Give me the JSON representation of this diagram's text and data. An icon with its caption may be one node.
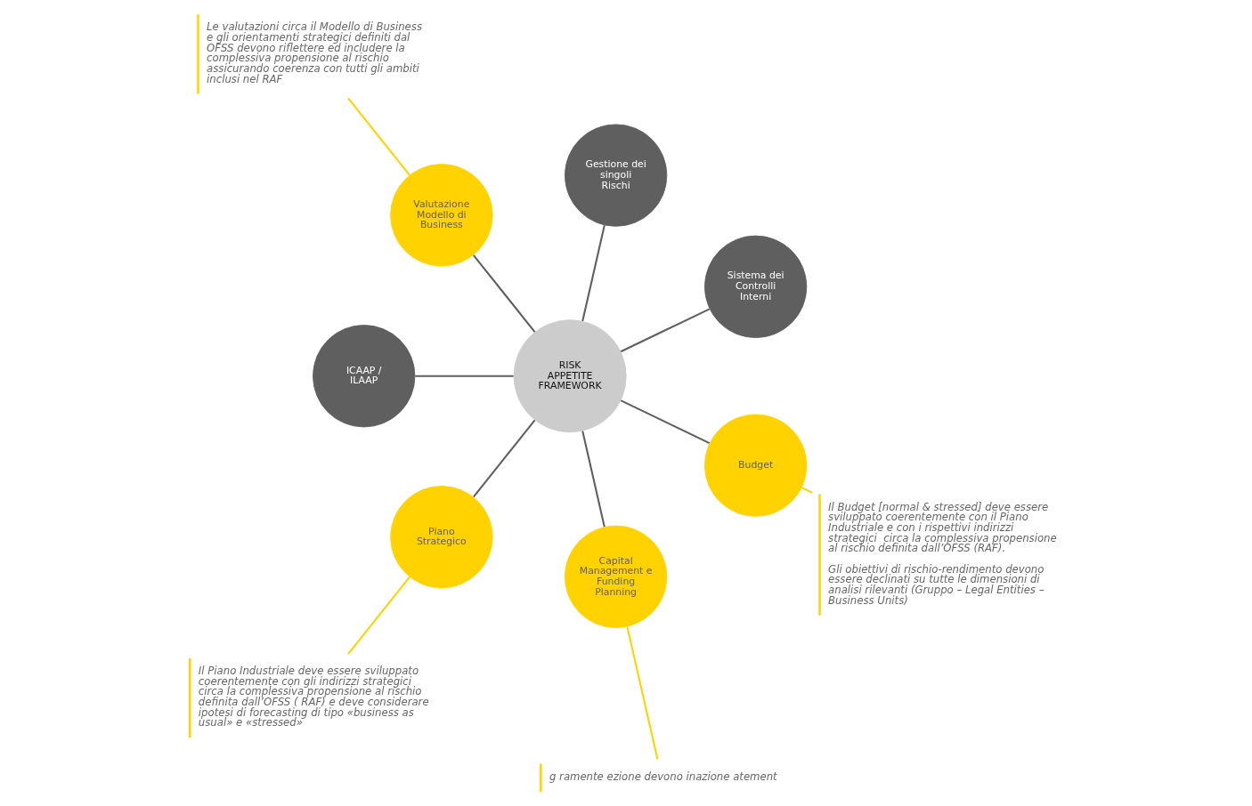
{
  "diagram": {
    "nodes": [
      {
        "text": [
          "RISK APPETITE FRAMEWORK"
        ]
      },
      {
        "text": [
          "Sistema dei Controlli Interni"
        ]
      },
      {
        "text": [
          "Gestione dei singoli Rischi"
        ]
      },
      {
        "text": [
          "Valutazione Modello di Business"
        ]
      },
      {
        "text": [
          "ICAAP / ILAAP"
        ]
      },
      {
        "text": [
          "Piano Strategico"
        ]
      },
      {
        "text": [
          "Capital Management e Funding Planning"
        ]
      },
      {
        "text": [
          "Budget"
        ]
      },
      {
        "text": [
          "Le valutazioni circa il Modello di Business e gli orientamenti strategici definiti dal OFSS devono riflettere ed includere la complessiva propensione al rischio assicurando coerenza con tutti gli ambiti inclusi nel RAF"
        ]
      },
      {
        "text": [
          "Il Piano Industriale deve essere sviluppato coerentemente con gli indirizzi strategici  circa la complessiva propensione al rischio definita dall’OFSS ( RAF) e deve considerare ipotesi di forecasting di tipo «business as usual» e «stressed»"
        ]
      },
      {
        "text": [
          "g ramente ezione devono inazione atement"
        ]
      },
      {
        "text": [
          "Il Budget [normal & stressed] deve essere sviluppato coerentemente con il Piano Industriale e con i rispettivi indirizzi strategici  circa la complessiva propensione al rischio definita dall’OFSS (RAF).",
          "Gli obiettivi di rischio-rendimento devono essere declinati su tutte le dimensioni di analisi rilevanti (Gruppo – Legal Entities – Business Units)"
        ]
      }
    ],
    "edges": [
      {
        "from": 0,
        "to": 1,
        "arrow": "none"
      },
      {
        "from": 0,
        "to": 2,
        "arrow": "none"
      },
      {
        "from": 0,
        "to": 3,
        "arrow": "none"
      },
      {
        "from": 0,
        "to": 4,
        "arrow": "none"
      },
      {
        "from": 0,
        "to": 5,
        "arrow": "none"
      },
      {
        "from": 0,
        "to": 6,
        "arrow": "none"
      },
      {
        "from": 0,
        "to": 7,
        "arrow": "none"
      },
      {
        "from": 3,
        "to": 8,
        "arrow": "none",
        "color": "#ffd200"
      },
      {
        "from": 5,
        "to": 9,
        "arrow": "none",
        "color": "#ffd200"
      },
      {
        "from": 6,
        "to": 10,
        "arrow": "none",
        "color": "#ffd200"
      },
      {
        "from": 7,
        "to": 11,
        "arrow": "none",
        "color": "#ffd200"
      }
    ]
  }
}
